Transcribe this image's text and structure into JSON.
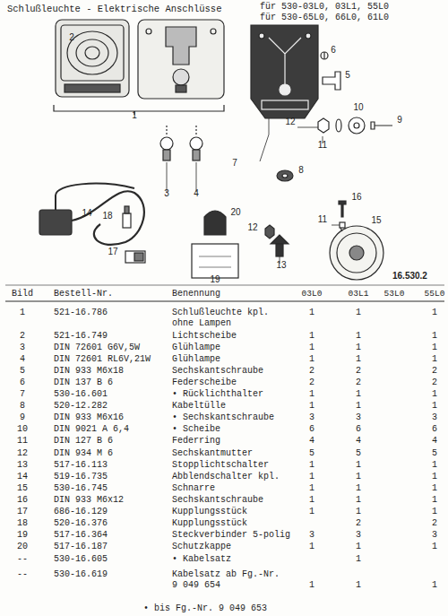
{
  "diagram": {
    "title": "Schlußleuchte - Elektrische Anschlüsse",
    "labels": [
      "für 530-03L0, 03L1, 55L0",
      "für 530-65L0, 66L0, 61L0",
      "2",
      "1",
      "3",
      "4",
      "6",
      "5",
      "7",
      "12",
      "11",
      "10",
      "9",
      "8",
      "14",
      "18",
      "20",
      "12",
      "16",
      "11",
      "15",
      "17",
      "13",
      "19",
      "16.530.2",
      "Bild",
      "Bestell-Nr.",
      "Benennung",
      "03L0",
      "03L1",
      "53L0",
      "55L0",
      "1",
      "521-16.786",
      "Schlußleuchte kpl. ohne Lampen",
      "1",
      "1",
      "1",
      "2",
      "521-16.749",
      "Lichtscheibe",
      "1",
      "1",
      "1",
      "3",
      "DIN 72601 G6V,5W",
      "Glühlampe",
      "1",
      "1",
      "1",
      "4",
      "DIN 72601 RL6V,21W",
      "Glühlampe",
      "1",
      "1",
      "1",
      "5",
      "DIN 933 M6x18",
      "Sechskantschraube",
      "2",
      "2",
      "2",
      "6",
      "DIN 137 B 6",
      "Federscheibe",
      "2",
      "2",
      "2",
      "7",
      "530-16.601",
      "• Rücklichthalter",
      "1",
      "1",
      "1",
      "8",
      "520-12.282",
      "Kabeltülle",
      "1",
      "1",
      "1",
      "9",
      "DIN 933 M6x16",
      "• Sechskantschraube",
      "3",
      "3",
      "3",
      "10",
      "DIN 9021 A 6,4",
      "• Scheibe",
      "6",
      "6",
      "6",
      "11",
      "DIN 127 B 6",
      "Federring",
      "4",
      "4",
      "4",
      "12",
      "DIN 934 M 6",
      "Sechskantmutter",
      "5",
      "5",
      "5",
      "13",
      "517-16.113",
      "Stopplichtschalter",
      "1",
      "1",
      "1",
      "14",
      "519-16.735",
      "Abblendschalter kpl.",
      "1",
      "1",
      "1",
      "15",
      "530-16.745",
      "Schnarre",
      "1",
      "1",
      "1",
      "16",
      "DIN 933 M6x12",
      "Sechskantschraube",
      "1",
      "1",
      "1",
      "17",
      "686-16.129",
      "Kupplungsstück",
      "1",
      "1",
      "1",
      "18",
      "520-16.376",
      "Kupplungsstück",
      "2",
      "2",
      "19",
      "517-16.364",
      "Steckverbinder 5-polig",
      "3",
      "3",
      "3",
      "20",
      "517-16.187",
      "Schutzkappe",
      "1",
      "1",
      "1",
      "--",
      "530-16.605",
      "• Kabelsatz",
      "1",
      "--",
      "530-16.619",
      "Kabelsatz ab Fg.-Nr. 9 049 654",
      "1",
      "1",
      "1",
      "• bis Fg.-Nr. 9 049 653"
    ]
  }
}
